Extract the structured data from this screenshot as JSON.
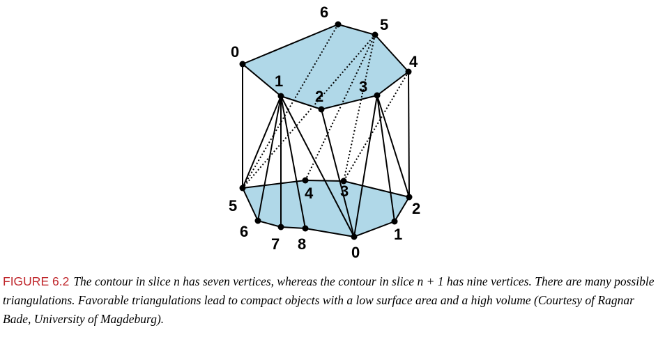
{
  "diagram": {
    "upper_contour": {
      "vertex_labels": [
        "0",
        "1",
        "2",
        "3",
        "4",
        "5",
        "6"
      ]
    },
    "lower_contour": {
      "vertex_labels": [
        "0",
        "1",
        "2",
        "3",
        "4",
        "5",
        "6",
        "7",
        "8"
      ]
    },
    "colors": {
      "contour_fill": "#b0d8e8",
      "edge": "#000000",
      "figure_label": "#c0282d"
    }
  },
  "caption": {
    "label": "FIGURE 6.2",
    "text": "The contour in slice n has seven vertices, whereas the contour in slice n + 1 has nine vertices. There are many possible triangulations. Favorable triangulations lead to compact objects with a low surface area and a high volume (Courtesy of Ragnar Bade, University of Magdeburg)."
  }
}
